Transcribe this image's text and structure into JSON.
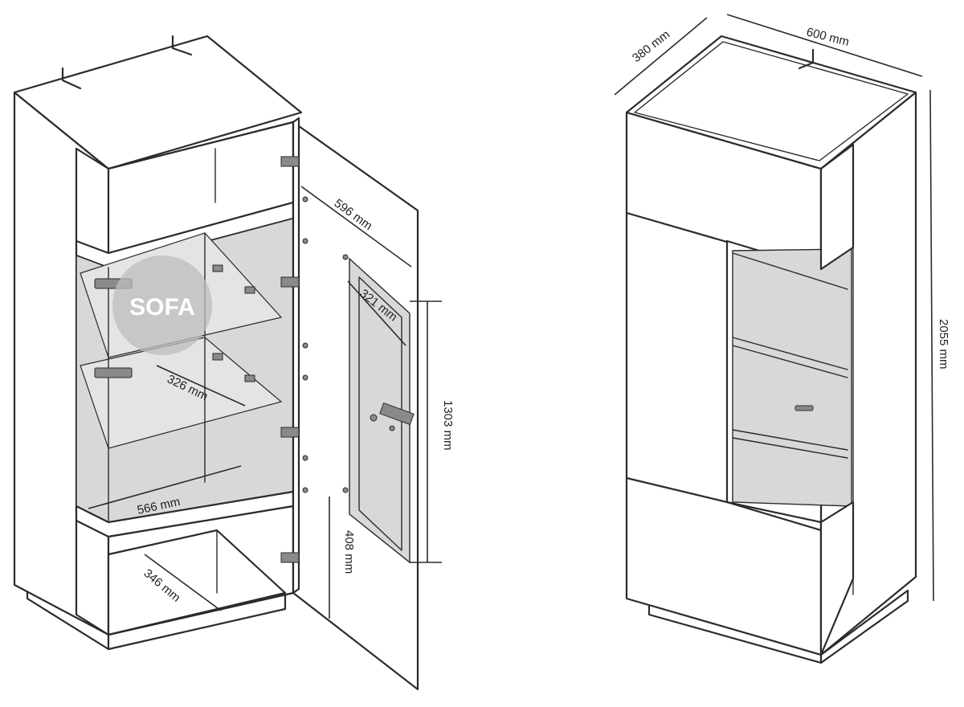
{
  "watermark": {
    "text": "SOFA"
  },
  "dimensions": {
    "open_door_width": "596 mm",
    "glass_panel_width": "321 mm",
    "shelf_depth": "326 mm",
    "inner_width": "566 mm",
    "bottom_depth": "346 mm",
    "glass_height": "1303 mm",
    "lower_door_height": "408 mm",
    "depth": "380 mm",
    "width": "600 mm",
    "height": "2055 mm"
  },
  "colors": {
    "line": "#2b2b2b",
    "glass": "#d8d8d8",
    "watermark": "#bdbdbd"
  }
}
